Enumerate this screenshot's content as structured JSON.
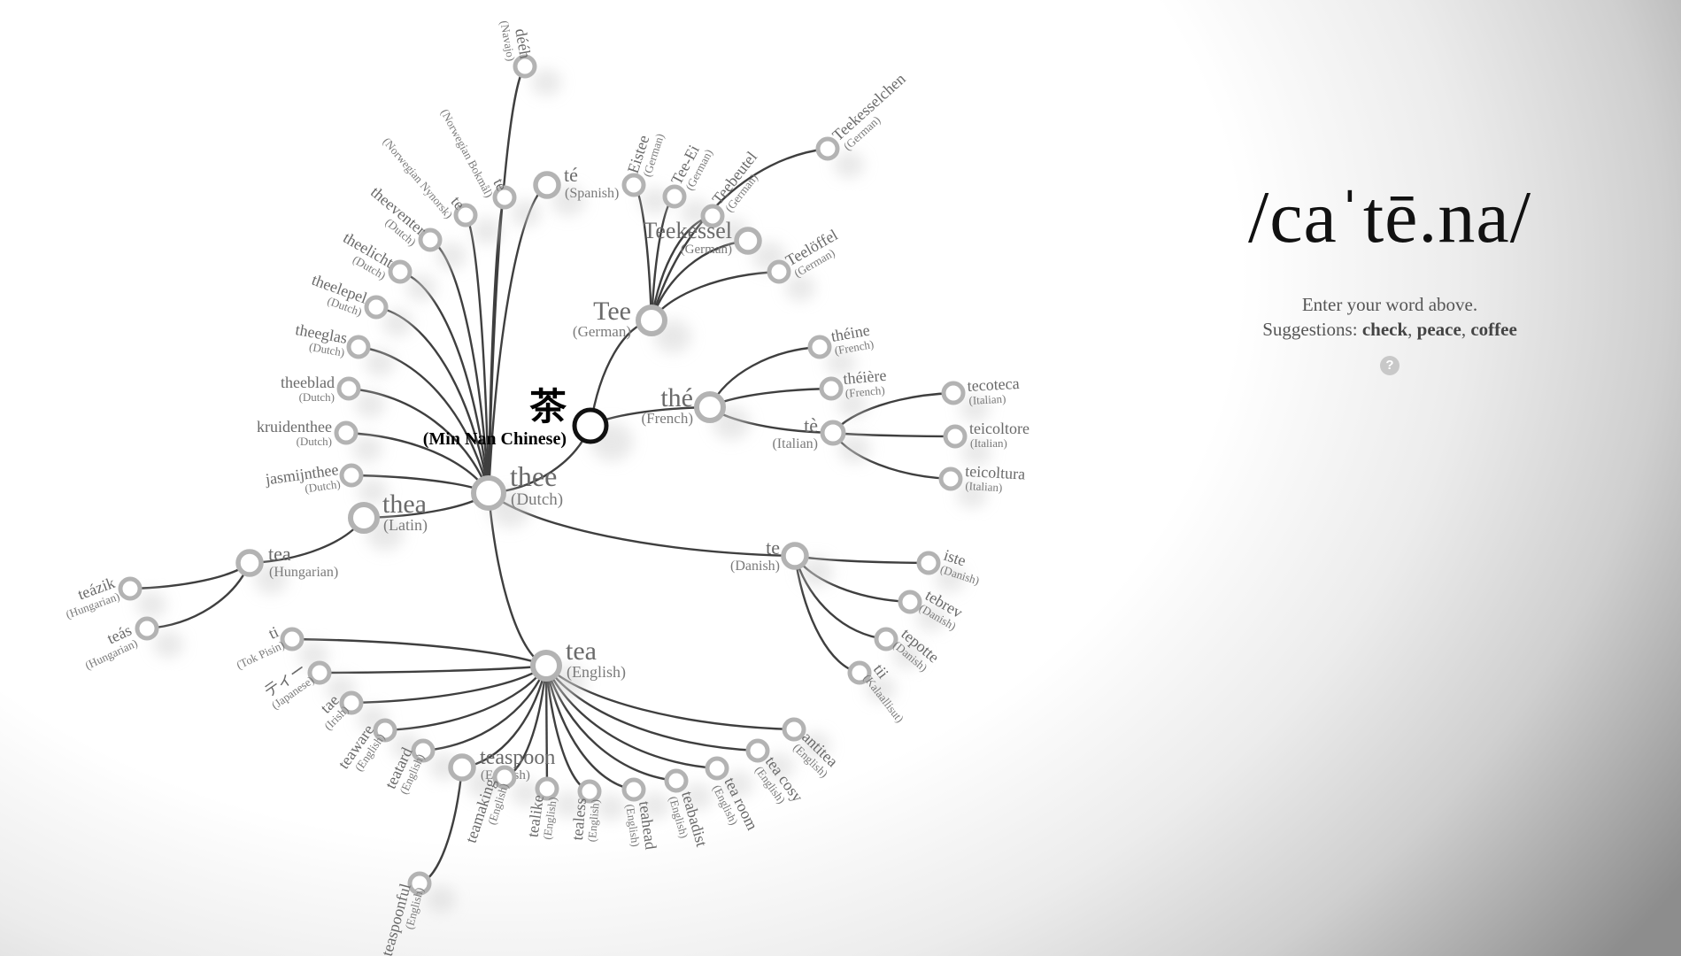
{
  "app": {
    "title": "/caˈtē.na/",
    "prompt": "Enter your word above.",
    "suggestions_label": "Suggestions:",
    "suggestions": [
      "check",
      "peace",
      "coffee"
    ],
    "help_icon": "?"
  },
  "tree": {
    "root": {
      "word": "茶",
      "lang": "(Min Nan Chinese)"
    },
    "nodes": [
      {
        "id": "thee",
        "word": "thee",
        "lang": "(Dutch)"
      },
      {
        "id": "tee_de",
        "word": "Tee",
        "lang": "(German)"
      },
      {
        "id": "the_fr",
        "word": "thé",
        "lang": "(French)"
      },
      {
        "id": "te_it",
        "word": "tè",
        "lang": "(Italian)"
      },
      {
        "id": "te_da",
        "word": "te",
        "lang": "(Danish)"
      },
      {
        "id": "tea_en",
        "word": "tea",
        "lang": "(English)"
      },
      {
        "id": "thea",
        "word": "thea",
        "lang": "(Latin)"
      },
      {
        "id": "tea_hu",
        "word": "tea",
        "lang": "(Hungarian)"
      },
      {
        "id": "teazik",
        "word": "teázik",
        "lang": "(Hungarian)"
      },
      {
        "id": "teas",
        "word": "teás",
        "lang": "(Hungarian)"
      },
      {
        "id": "jasmijnthee",
        "word": "jasmijnthee",
        "lang": "(Dutch)"
      },
      {
        "id": "kruidenthee",
        "word": "kruidenthee",
        "lang": "(Dutch)"
      },
      {
        "id": "theeblad",
        "word": "theeblad",
        "lang": "(Dutch)"
      },
      {
        "id": "theeglas",
        "word": "theeglas",
        "lang": "(Dutch)"
      },
      {
        "id": "theelepel",
        "word": "theelepel",
        "lang": "(Dutch)"
      },
      {
        "id": "theelicht",
        "word": "theelicht",
        "lang": "(Dutch)"
      },
      {
        "id": "theeventer",
        "word": "theeventer",
        "lang": "(Dutch)"
      },
      {
        "id": "te_nn",
        "word": "te",
        "lang": "(Norwegian Nynorsk)"
      },
      {
        "id": "te_nb",
        "word": "te",
        "lang": "(Norwegian Bokmål)"
      },
      {
        "id": "deeh",
        "word": "dééh",
        "lang": "(Navajo)"
      },
      {
        "id": "te_es",
        "word": "té",
        "lang": "(Spanish)"
      },
      {
        "id": "eistee",
        "word": "Eistee",
        "lang": "(German)"
      },
      {
        "id": "teeei",
        "word": "Tee-Ei",
        "lang": "(German)"
      },
      {
        "id": "teebeutel",
        "word": "Teebeutel",
        "lang": "(German)"
      },
      {
        "id": "teekesselchen",
        "word": "Teekesselchen",
        "lang": "(German)"
      },
      {
        "id": "teekessel",
        "word": "Teekessel",
        "lang": "(German)"
      },
      {
        "id": "teeloeffel",
        "word": "Teelöffel",
        "lang": "(German)"
      },
      {
        "id": "theine",
        "word": "théine",
        "lang": "(French)"
      },
      {
        "id": "theiere",
        "word": "théière",
        "lang": "(French)"
      },
      {
        "id": "tecoteca",
        "word": "tecoteca",
        "lang": "(Italian)"
      },
      {
        "id": "teicoltore",
        "word": "teicoltore",
        "lang": "(Italian)"
      },
      {
        "id": "teicoltura",
        "word": "teicoltura",
        "lang": "(Italian)"
      },
      {
        "id": "iste",
        "word": "iste",
        "lang": "(Danish)"
      },
      {
        "id": "tebrev",
        "word": "tebrev",
        "lang": "(Danish)"
      },
      {
        "id": "tepotte",
        "word": "tepotte",
        "lang": "(Danish)"
      },
      {
        "id": "tii",
        "word": "tii",
        "lang": "(Kalaallisut)"
      },
      {
        "id": "ti",
        "word": "ti",
        "lang": "(Tok Pisin)"
      },
      {
        "id": "tii_ja",
        "word": "ティー",
        "lang": "(Japanese)"
      },
      {
        "id": "tae",
        "word": "tae",
        "lang": "(Irish)"
      },
      {
        "id": "teaware",
        "word": "teaware",
        "lang": "(English)"
      },
      {
        "id": "teatard",
        "word": "teatard",
        "lang": "(English)"
      },
      {
        "id": "teaspoon",
        "word": "teaspoon",
        "lang": "(English)"
      },
      {
        "id": "teaspoonful",
        "word": "teaspoonful",
        "lang": "(English)"
      },
      {
        "id": "teamaking",
        "word": "teamaking",
        "lang": "(English)"
      },
      {
        "id": "tealike",
        "word": "tealike",
        "lang": "(English)"
      },
      {
        "id": "tealess",
        "word": "tealess",
        "lang": "(English)"
      },
      {
        "id": "teahead",
        "word": "teahead",
        "lang": "(English)"
      },
      {
        "id": "teabadist",
        "word": "teabadist",
        "lang": "(English)"
      },
      {
        "id": "tearoom",
        "word": "tea room",
        "lang": "(English)"
      },
      {
        "id": "teacosy",
        "word": "tea cosy",
        "lang": "(English)"
      },
      {
        "id": "antitea",
        "word": "antitea",
        "lang": "(English)"
      }
    ]
  }
}
